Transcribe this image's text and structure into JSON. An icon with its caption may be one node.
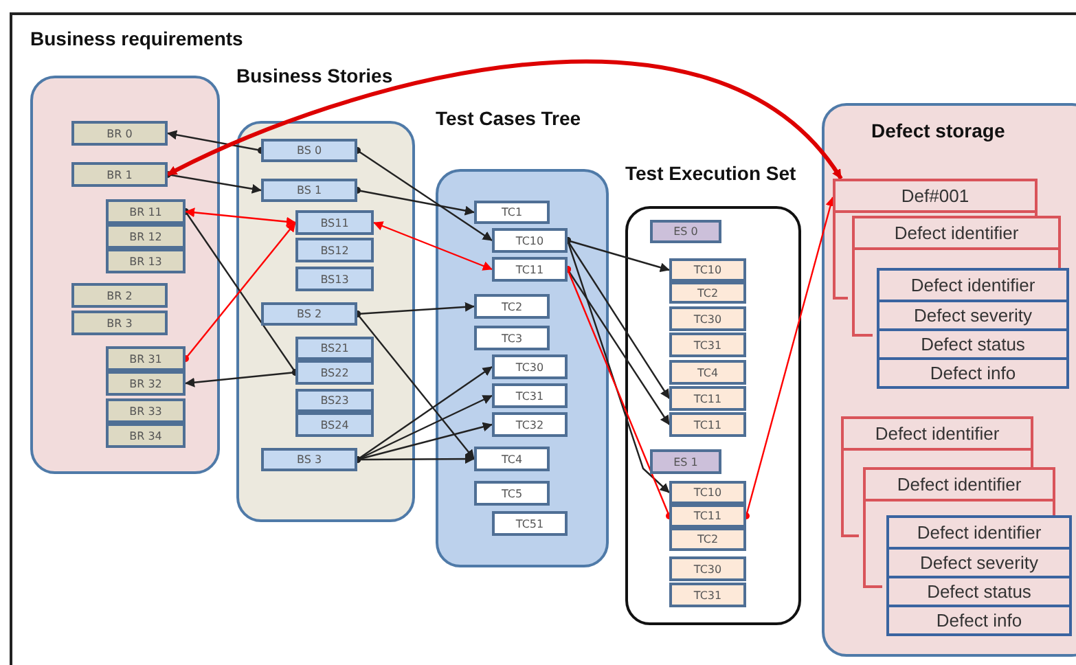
{
  "diagram": {
    "nodes": [
      {
        "text": [
          "Business requirements"
        ]
      },
      {
        "text": [
          "BR 0"
        ],
        "in": 0
      },
      {
        "text": [
          "BR 1"
        ],
        "in": 0
      },
      {
        "text": [
          "BR 11"
        ],
        "in": 0
      },
      {
        "text": [
          "BR 12"
        ],
        "in": 0
      },
      {
        "text": [
          "BR 13"
        ],
        "in": 0
      },
      {
        "text": [
          "BR 2"
        ],
        "in": 0
      },
      {
        "text": [
          "BR 3"
        ],
        "in": 0
      },
      {
        "text": [
          "BR 31"
        ],
        "in": 0
      },
      {
        "text": [
          "BR 32"
        ],
        "in": 0
      },
      {
        "text": [
          "BR 33"
        ],
        "in": 0
      },
      {
        "text": [
          "BR 34"
        ],
        "in": 0
      },
      {
        "text": [
          "Business Stories"
        ]
      },
      {
        "text": [
          "BS 0"
        ],
        "in": 12
      },
      {
        "text": [
          "BS 1"
        ],
        "in": 12
      },
      {
        "text": [
          "BS11"
        ],
        "in": 12
      },
      {
        "text": [
          "BS12"
        ],
        "in": 12
      },
      {
        "text": [
          "BS13"
        ],
        "in": 12
      },
      {
        "text": [
          "BS 2"
        ],
        "in": 12
      },
      {
        "text": [
          "BS21"
        ],
        "in": 12
      },
      {
        "text": [
          "BS22"
        ],
        "in": 12
      },
      {
        "text": [
          "BS23"
        ],
        "in": 12
      },
      {
        "text": [
          "BS24"
        ],
        "in": 12
      },
      {
        "text": [
          "BS 3"
        ],
        "in": 12
      },
      {
        "text": [
          "Test Cases Tree"
        ]
      },
      {
        "text": [
          "TC1"
        ],
        "in": 24
      },
      {
        "text": [
          "TC10"
        ],
        "in": 24
      },
      {
        "text": [
          "TC11"
        ],
        "in": 24
      },
      {
        "text": [
          "TC2"
        ],
        "in": 24
      },
      {
        "text": [
          "TC3"
        ],
        "in": 24
      },
      {
        "text": [
          "TC30"
        ],
        "in": 24
      },
      {
        "text": [
          "TC31"
        ],
        "in": 24
      },
      {
        "text": [
          "TC32"
        ],
        "in": 24
      },
      {
        "text": [
          "TC4"
        ],
        "in": 24
      },
      {
        "text": [
          "TC5"
        ],
        "in": 24
      },
      {
        "text": [
          "TC51"
        ],
        "in": 24
      },
      {
        "text": [
          "Test Execution Set"
        ]
      },
      {
        "text": [
          "ES 0"
        ],
        "in": 36
      },
      {
        "text": [
          "TC10"
        ],
        "in": 36
      },
      {
        "text": [
          "TC2"
        ],
        "in": 36
      },
      {
        "text": [
          "TC30"
        ],
        "in": 36
      },
      {
        "text": [
          "TC31"
        ],
        "in": 36
      },
      {
        "text": [
          "TC4"
        ],
        "in": 36
      },
      {
        "text": [
          "TC11"
        ],
        "in": 36
      },
      {
        "text": [
          "TC11"
        ],
        "in": 36
      },
      {
        "text": [
          "ES 1"
        ],
        "in": 36
      },
      {
        "text": [
          "TC10"
        ],
        "in": 36
      },
      {
        "text": [
          "TC11"
        ],
        "in": 36
      },
      {
        "text": [
          "TC2"
        ],
        "in": 36
      },
      {
        "text": [
          "TC30"
        ],
        "in": 36
      },
      {
        "text": [
          "TC31"
        ],
        "in": 36
      },
      {
        "text": [
          "Defect storage"
        ]
      },
      {
        "text": [
          "Def#001"
        ],
        "in": 51
      },
      {
        "text": [
          "Defect identifier"
        ],
        "in": 51
      },
      {
        "text": [
          "Defect identifier",
          "Defect severity",
          "Defect status",
          "Defect  info"
        ],
        "in": 51
      },
      {
        "text": [
          "Defect identifier"
        ],
        "in": 51
      },
      {
        "text": [
          "Defect identifier"
        ],
        "in": 51
      },
      {
        "text": [
          "Defect identifier",
          "Defect severity",
          "Defect status",
          "Defect  info"
        ],
        "in": 51
      }
    ],
    "edges": [
      {
        "from": 13,
        "to": 1,
        "arrow": "to"
      },
      {
        "from": 2,
        "to": 14,
        "arrow": "to"
      },
      {
        "from": 13,
        "to": 26,
        "arrow": "to"
      },
      {
        "from": 14,
        "to": 25,
        "arrow": "to"
      },
      {
        "from": 3,
        "to": 20,
        "arrow": "other"
      },
      {
        "from": 20,
        "to": 9,
        "arrow": "to"
      },
      {
        "from": 18,
        "to": 28,
        "arrow": "to"
      },
      {
        "from": 18,
        "to": 33,
        "arrow": "to"
      },
      {
        "from": 23,
        "to": 30,
        "arrow": "to"
      },
      {
        "from": 23,
        "to": 31,
        "arrow": "to"
      },
      {
        "from": 23,
        "to": 32,
        "arrow": "to"
      },
      {
        "from": 23,
        "to": 33,
        "arrow": "to"
      },
      {
        "from": 26,
        "to": 38,
        "arrow": "to"
      },
      {
        "from": 26,
        "to": 43,
        "arrow": "to"
      },
      {
        "from": 27,
        "to": 44,
        "arrow": "to"
      },
      {
        "from": 26,
        "to": 46,
        "arrow": "to"
      },
      {
        "from": 15,
        "to": 3,
        "arrow": "both",
        "color": "#ff0000"
      },
      {
        "from": 8,
        "to": 15,
        "arrow": "to",
        "color": "#ff0000"
      },
      {
        "from": 27,
        "to": 15,
        "arrow": "both",
        "color": "#ff0000"
      },
      {
        "from": 27,
        "to": 47,
        "arrow": "other",
        "color": "#ff0000"
      },
      {
        "from": 47,
        "to": 52,
        "arrow": "to",
        "color": "#ff0000"
      },
      {
        "from": 2,
        "to": 52,
        "arrow": "both",
        "color": "#dd0000",
        "style": "thick"
      }
    ]
  }
}
